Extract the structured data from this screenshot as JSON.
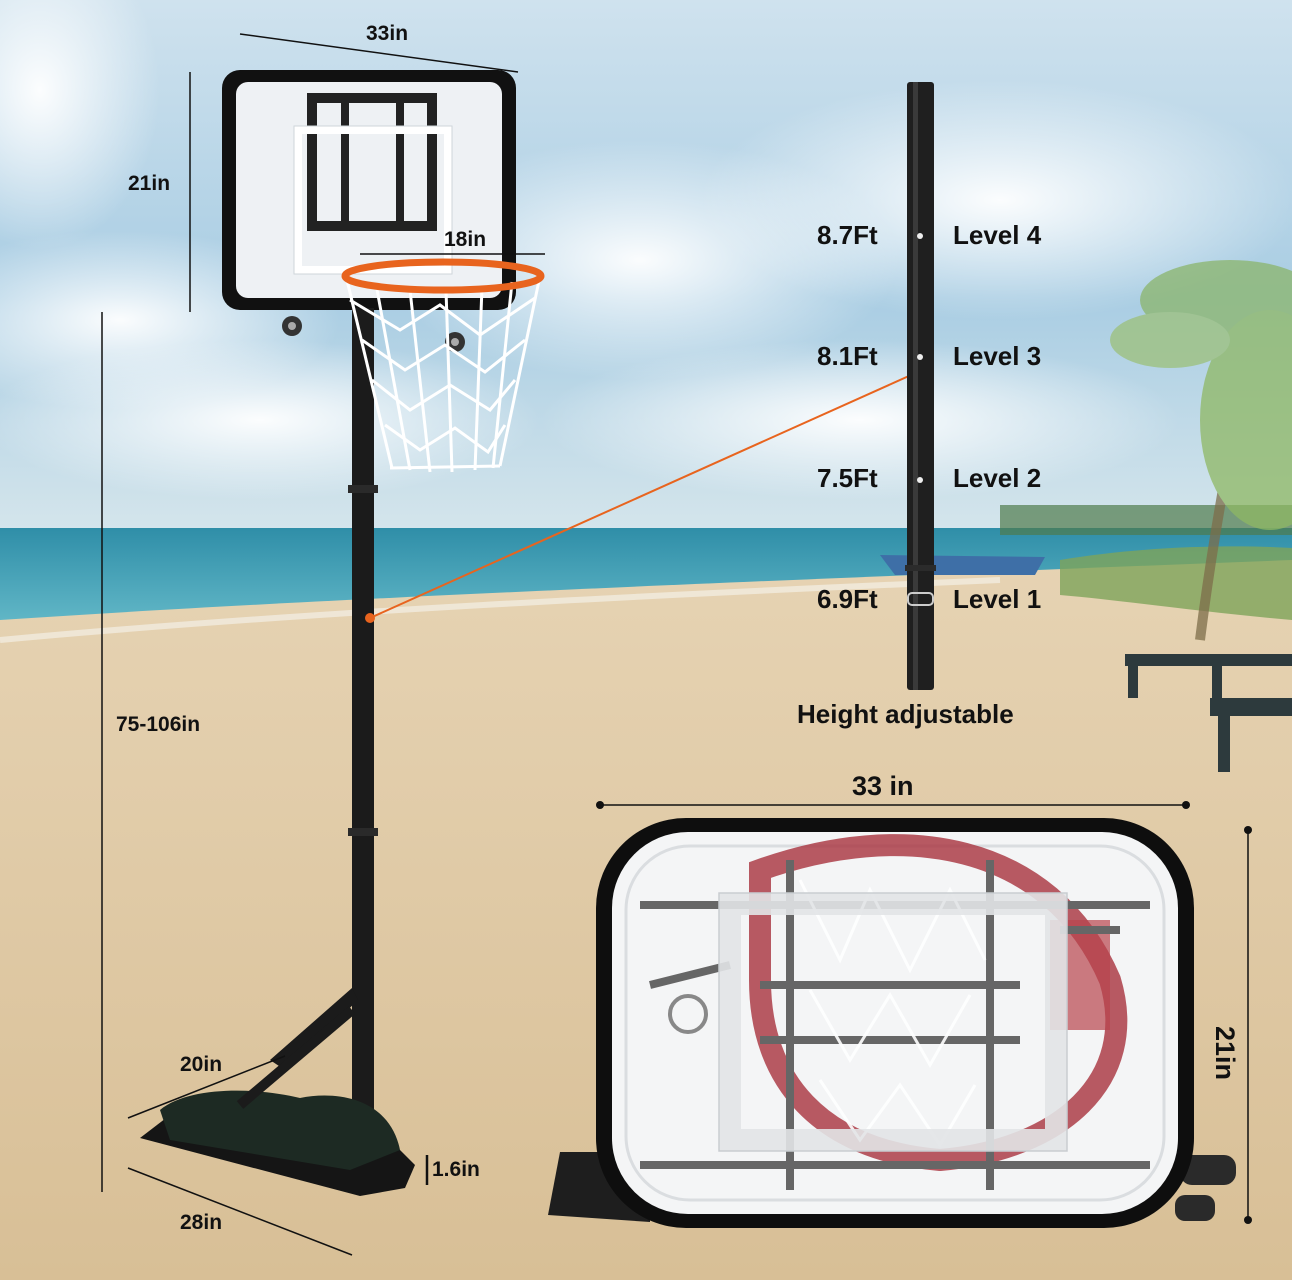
{
  "product": {
    "backboard": {
      "width": "33in",
      "height": "21in"
    },
    "rim": {
      "diameter": "18in"
    },
    "overall_height": "75-106in",
    "base": {
      "width": "20in",
      "depth": "28in",
      "height": "1.6in"
    }
  },
  "height_adjust": {
    "title": "Height adjustable",
    "levels": [
      {
        "height": "8.7Ft",
        "label": "Level 4"
      },
      {
        "height": "8.1Ft",
        "label": "Level 3"
      },
      {
        "height": "7.5Ft",
        "label": "Level 2"
      },
      {
        "height": "6.9Ft",
        "label": "Level 1"
      }
    ]
  },
  "backboard_detail": {
    "width": "33 in",
    "height": "21in"
  },
  "colors": {
    "sky": "#b9d5e6",
    "sea": "#3f9cb5",
    "sand": "#e3cfae",
    "rim": "#e8641e",
    "pole": "#1b1b1b",
    "net": "#ffffff",
    "callout_line": "#e8641e"
  }
}
